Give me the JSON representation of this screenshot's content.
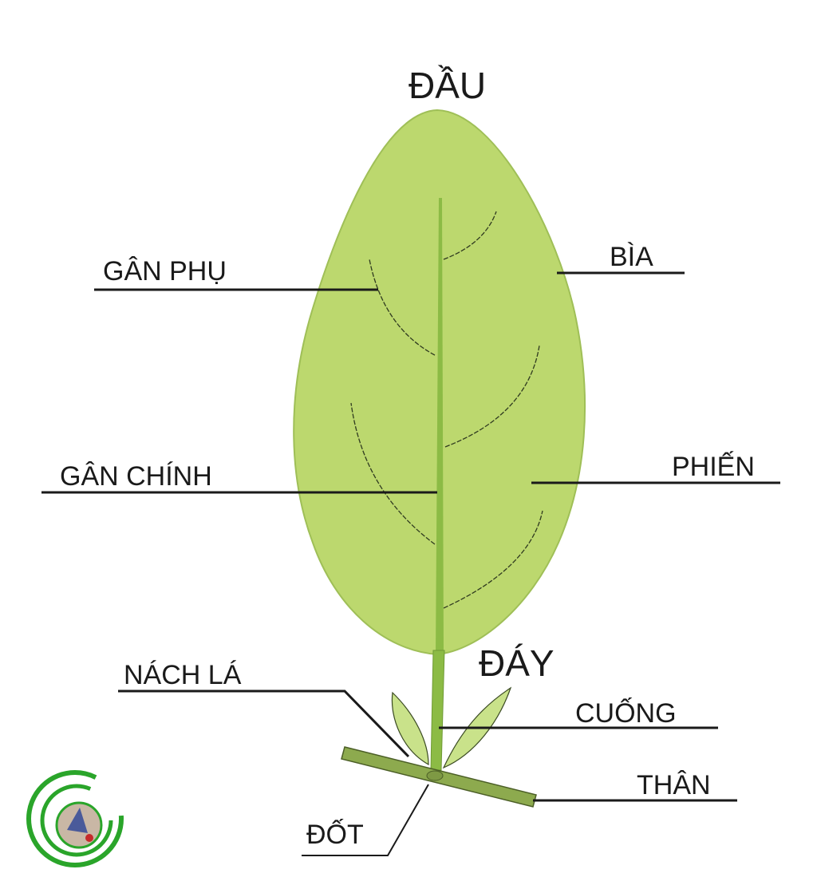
{
  "labels": {
    "tip": "ĐẦU",
    "secondary_vein": "GÂN PHỤ",
    "margin": "BÌA",
    "midrib": "GÂN CHÍNH",
    "blade": "PHIẾN",
    "base": "ĐÁY",
    "axil": "NÁCH LÁ",
    "petiole": "CUỐNG",
    "stem": "THÂN",
    "node": "ĐỐT"
  },
  "colors": {
    "leaf_fill": "#bcd86e",
    "leaf_edge": "#9fbf57",
    "midrib": "#8cbb45",
    "stem_fill": "#8daa4e",
    "stipule_fill": "#c9e28a",
    "logo_ring": "#2aa52a"
  }
}
